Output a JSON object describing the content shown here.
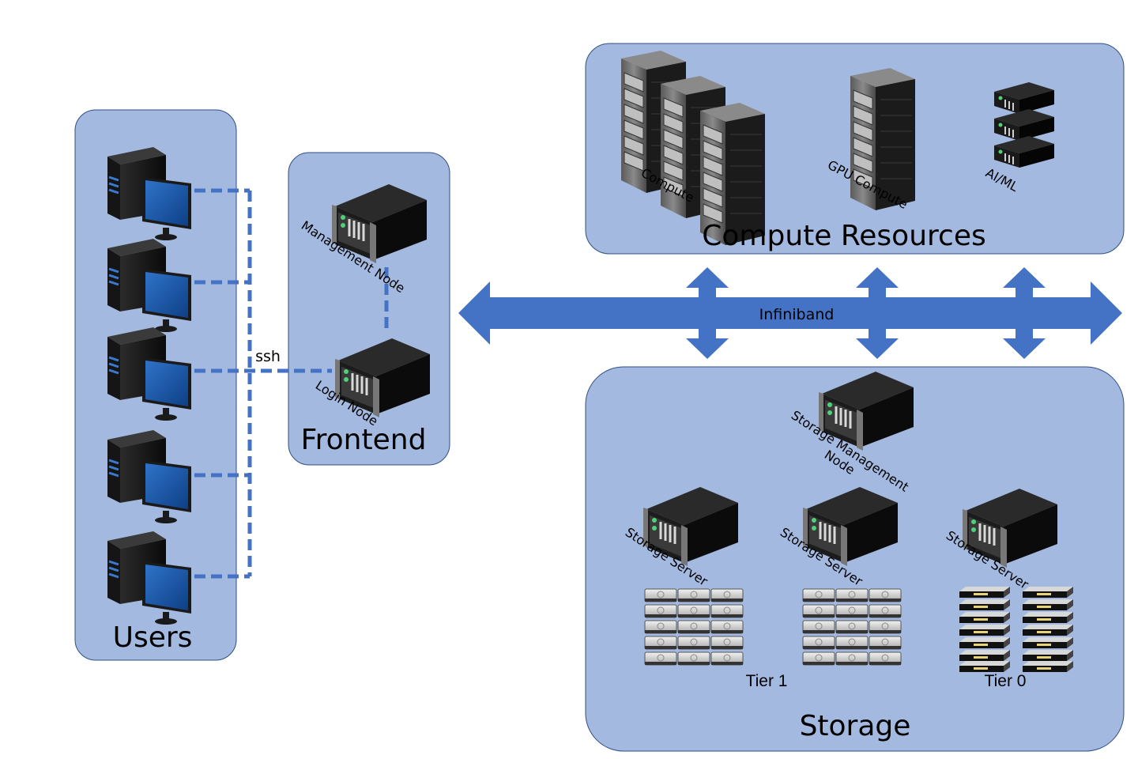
{
  "groups": {
    "users": "Users",
    "frontend": "Frontend",
    "compute": "Compute Resources",
    "storage": "Storage"
  },
  "nodes": {
    "management": "Management Node",
    "login": "Login Node",
    "compute": "Compute",
    "gpu": "GPU Compute",
    "aiml": "AI/ML",
    "storage_mgmt_line1": "Storage Management",
    "storage_mgmt_line2": "Node",
    "storage_server": "Storage Server"
  },
  "links": {
    "ssh": "ssh",
    "interconnect": "Infiniband"
  },
  "tiers": {
    "tier1": "Tier 1",
    "tier0": "Tier 0"
  },
  "colors": {
    "panel_fill": "#a3b9e0",
    "panel_stroke": "#2f4f86",
    "accent": "#4472c4",
    "server_dark": "#111111"
  }
}
